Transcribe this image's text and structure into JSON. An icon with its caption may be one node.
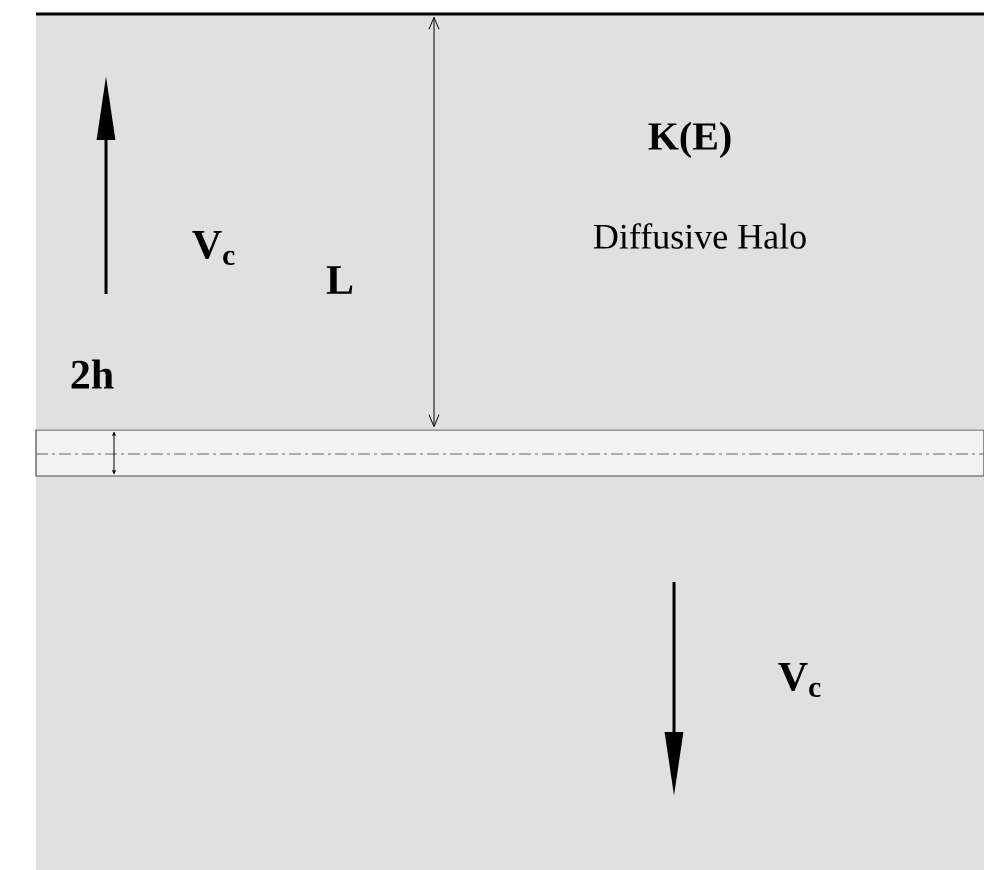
{
  "diagram": {
    "nodes": [
      {
        "text": [
          "K(E)",
          "Diffusive Halo"
        ]
      }
    ],
    "labels": [
      "V$_{c}$",
      "L",
      "2h",
      "V$_{c}$"
    ]
  }
}
